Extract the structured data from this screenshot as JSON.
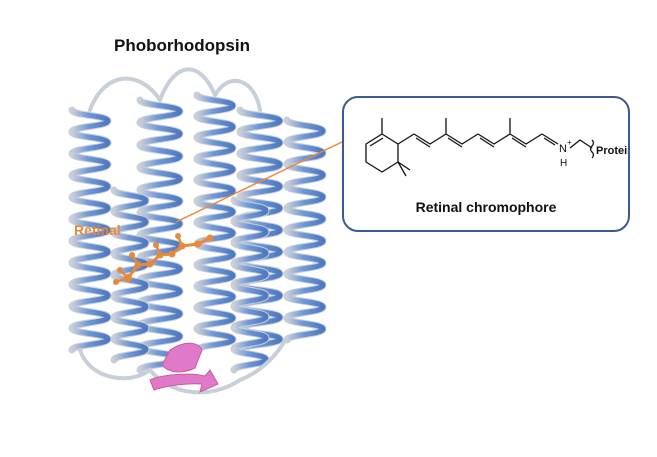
{
  "figure": {
    "title": "Phoborhodopsin",
    "retinal_label": "Retinal",
    "inset_caption": "Retinal chromophore",
    "chem_labels": {
      "nitrogen": "N",
      "charge": "+",
      "hydrogen": "H",
      "protein": "Protein"
    },
    "colors": {
      "helix": "#6f98d8",
      "helix_shadow": "#c9cfd8",
      "retinal": "#e8883a",
      "sheet": "#e07ac8",
      "box_border": "#3b5a8f"
    }
  }
}
